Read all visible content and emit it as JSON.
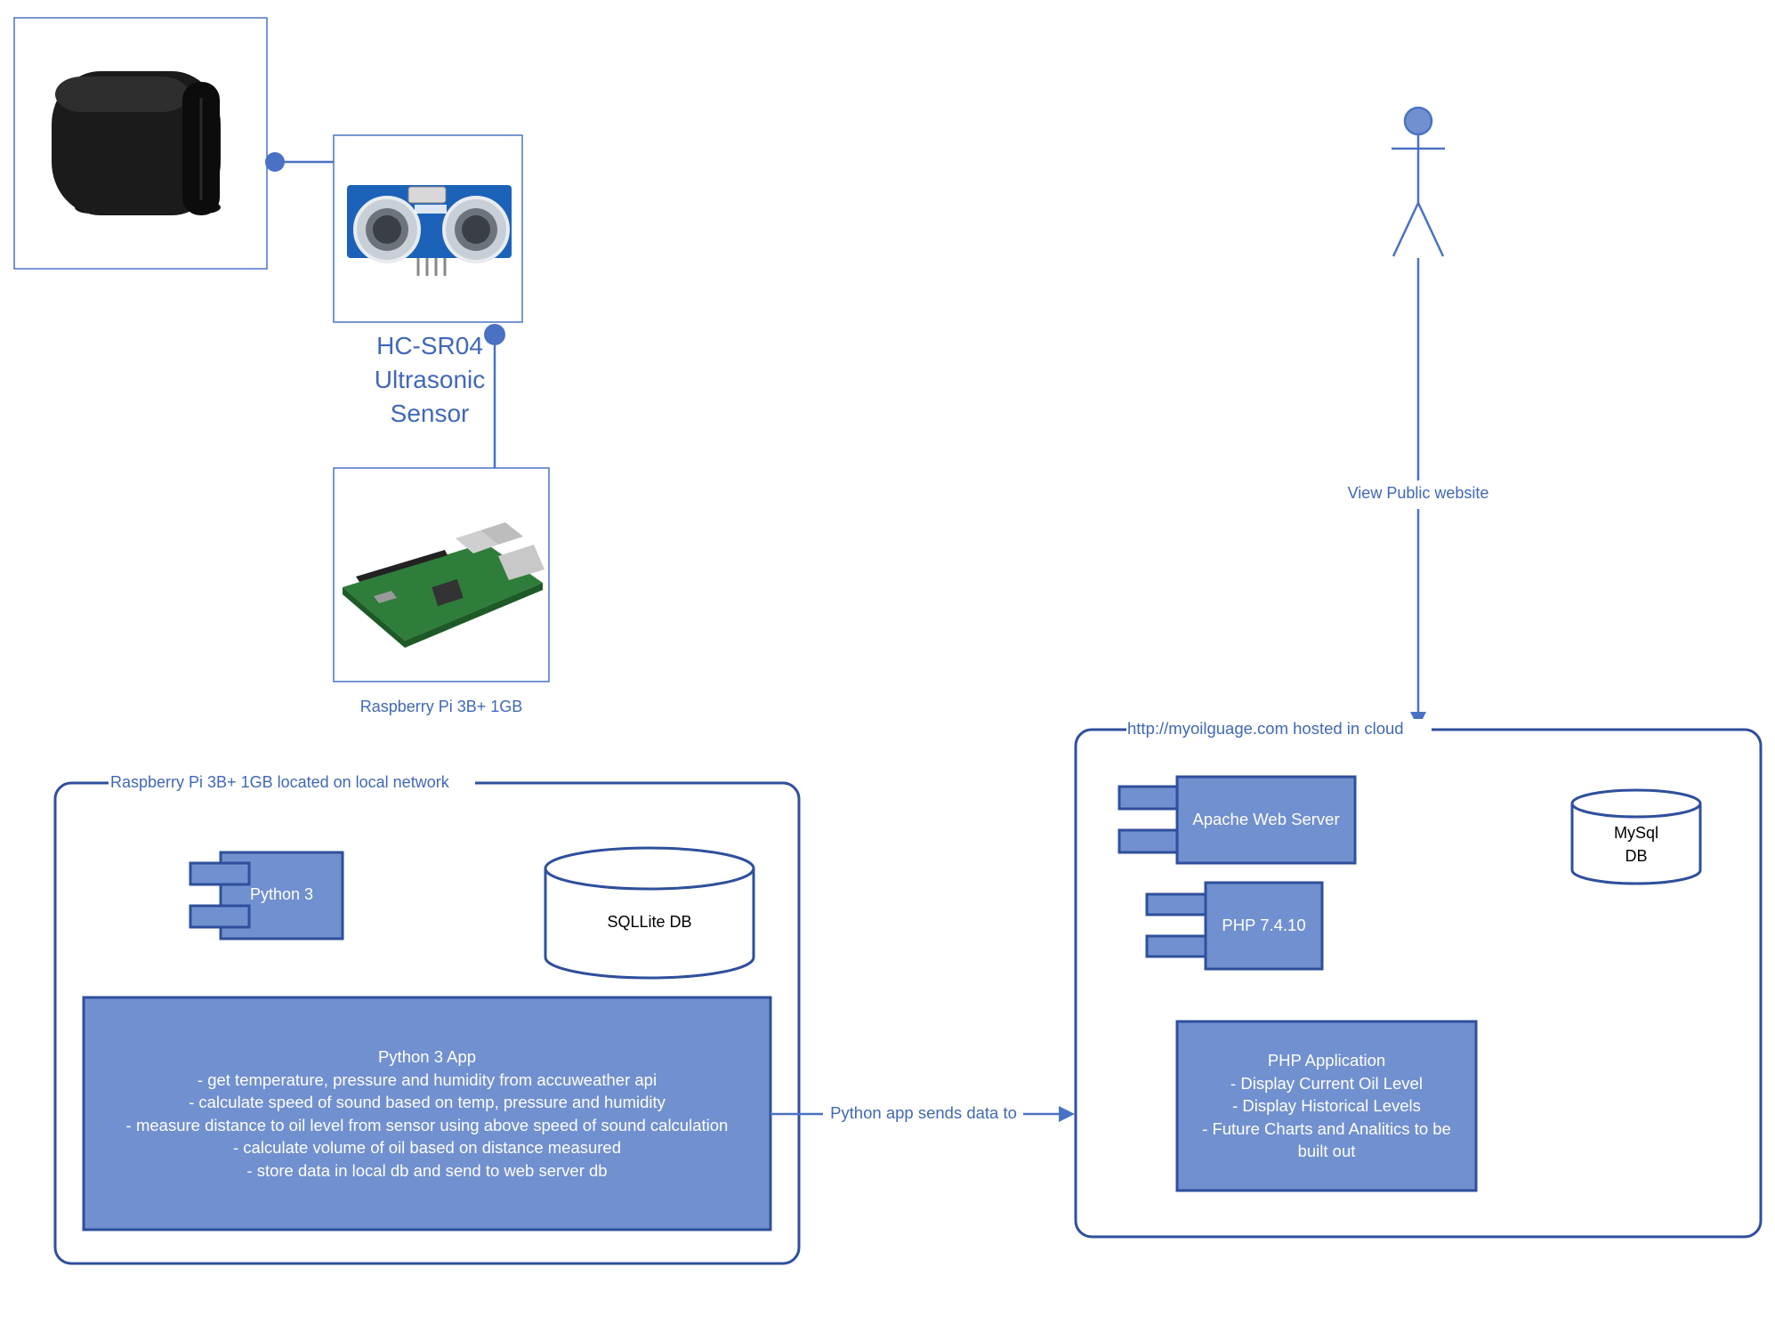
{
  "colors": {
    "stroke": "#2f4f9c",
    "fill": "#7190cf",
    "accent_text": "#4068b8",
    "dot": "#4a72c4"
  },
  "devices": {
    "tank_image_icon": "oil-tank-icon",
    "sensor_image_icon": "ultrasonic-sensor-board-icon",
    "sensor_label": [
      "HC-SR04",
      "Ultrasonic",
      "Sensor"
    ],
    "pi_image_icon": "raspberry-pi-board-icon",
    "pi_label": "Raspberry Pi 3B+ 1GB"
  },
  "actor": {
    "icon": "user-actor-icon",
    "link_label": "View Public website"
  },
  "local_node": {
    "title": "Raspberry Pi 3B+ 1GB located on local network",
    "component": "Python 3",
    "database": "SQLLite DB",
    "app": {
      "title": "Python 3 App",
      "lines": [
        "- get temperature, pressure and humidity from accuweather api",
        "- calculate speed of sound based on temp, pressure and humidity",
        "- measure distance to oil level from sensor using above speed of sound calculation",
        "- calculate volume of oil based on distance measured",
        "- store data in local db and send to web server db"
      ]
    }
  },
  "connection_label": "Python app sends data to",
  "cloud_node": {
    "title": "http://myoilguage.com hosted in cloud",
    "web_server": "Apache Web Server",
    "php": "PHP 7.4.10",
    "database": [
      "MySql",
      "DB"
    ],
    "app": {
      "lines": [
        "PHP Application",
        "- Display Current Oil Level",
        "- Display Historical Levels",
        "- Future Charts and Analitics to be",
        "built out"
      ]
    }
  }
}
